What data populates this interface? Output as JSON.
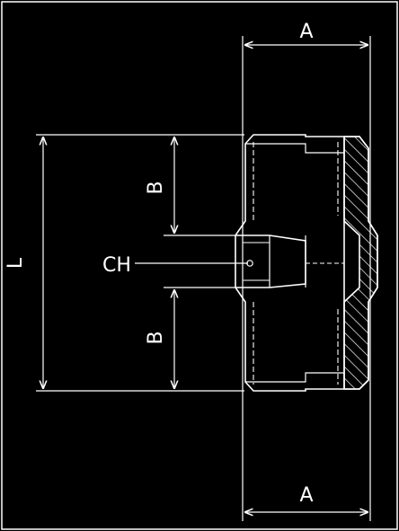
{
  "drawing": {
    "background_color": "#000000",
    "line_color": "#ffffff",
    "labels": {
      "dim_top": "A",
      "dim_bottom": "A",
      "dim_length": "L",
      "dim_thread_upper": "B",
      "dim_thread_lower": "B",
      "dim_hex": "CH"
    }
  }
}
